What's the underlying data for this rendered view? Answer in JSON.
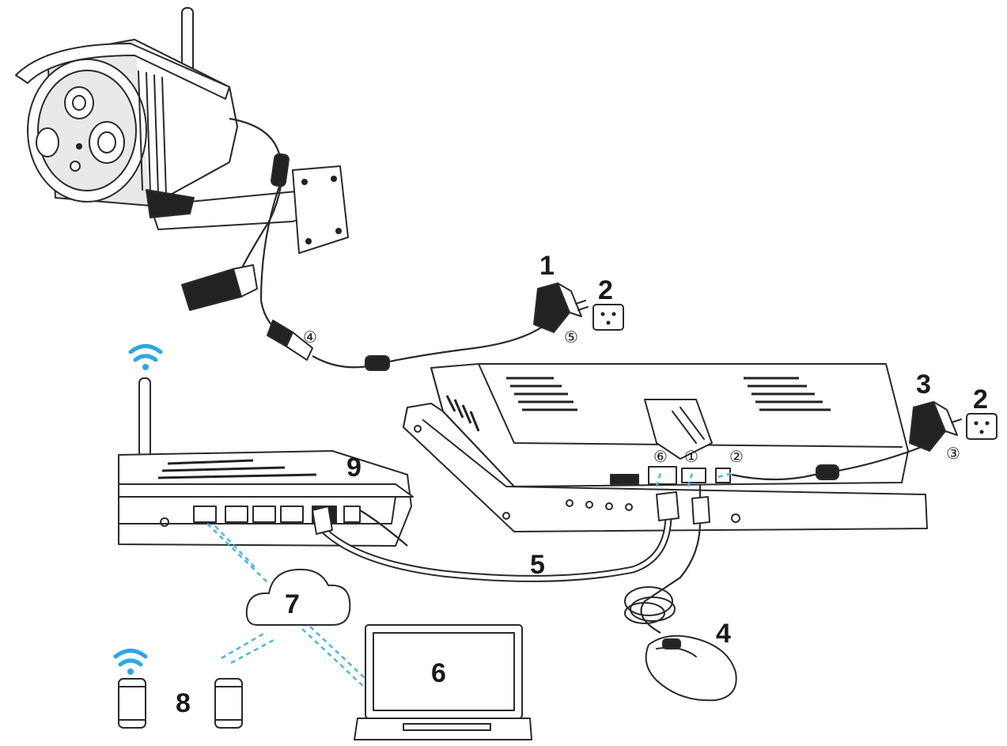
{
  "labels": {
    "n1": "1",
    "n2a": "2",
    "n2b": "2",
    "n3": "3",
    "n4": "4",
    "n5": "5",
    "n6": "6",
    "n7": "7",
    "n8": "8",
    "n9": "9"
  },
  "port_markers": {
    "c1": "①",
    "c2": "②",
    "c3": "③",
    "c4": "④",
    "c5": "⑤",
    "c6": "⑥"
  },
  "colors": {
    "wifi": "#2aa7e8",
    "link": "#4fb3e9",
    "line": "#2a2a2a"
  },
  "icons": [
    "camera-icon",
    "power-adapter-icon",
    "wall-outlet-icon",
    "nvr-icon",
    "router-icon",
    "cloud-icon",
    "laptop-icon",
    "phone-icon",
    "mouse-icon",
    "wifi-icon"
  ]
}
